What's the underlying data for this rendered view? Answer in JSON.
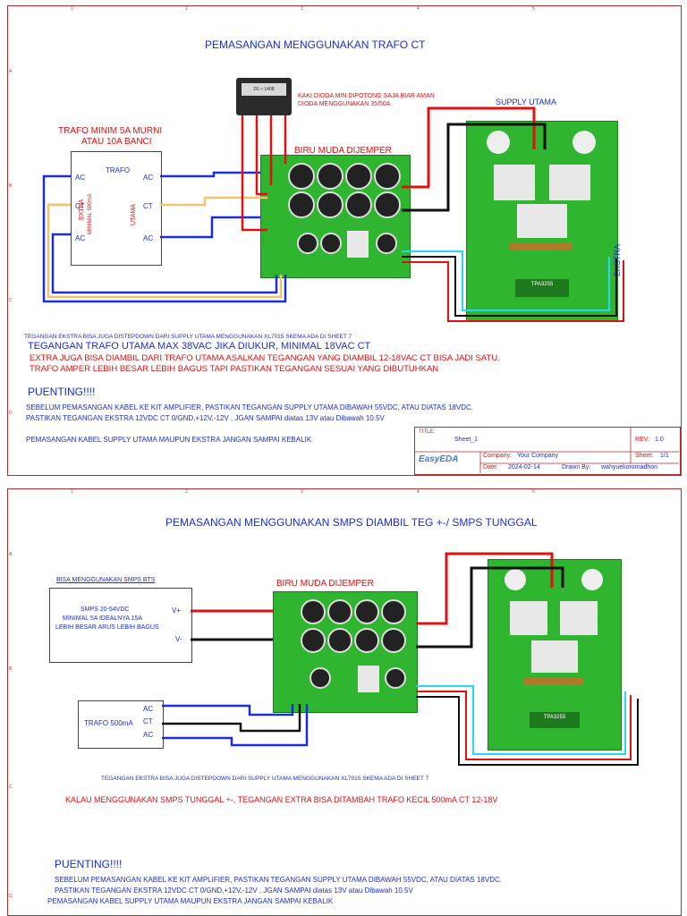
{
  "sheet1": {
    "title": "PEMASANGAN MENGGUNAKAN TRAFO CT",
    "kaki_note_1": "KAKI DIODA MIN DIPOTONG SAJA BIAR AMAN",
    "kaki_note_2": "DIODA MENGGUNAKAN 35/50A",
    "supply_utama": "SUPPLY UTAMA",
    "biru_muda": "BIRU MUDA DIJEMPER",
    "trafo_min_1": "TRAFO MINIM 5A MURNI",
    "trafo_min_2": "ATAU 10A BANCI",
    "trafo_box": {
      "trafo": "TRAFO",
      "ac_left_top": "AC",
      "ct_left": "CT",
      "ac_left_bottom": "AC",
      "ac_right_top": "AC",
      "ct_right": "CT",
      "ac_right_bottom": "AC",
      "extra_line1": "EXTRA",
      "extra_line2": "MINIMAL 500mA",
      "utama": "UTAMA"
    },
    "ekstra": "EKSTRA",
    "note_stepdown": "TEGANGAN EKSTRA BISA JUGA DISTEPDOWN DARI SUPPLY UTAMA MENGGUNAKAN XL7015 SKEMA ADA DI SHEET 7",
    "note_max": "TEGANGAN TRAFO UTAMA MAX 38VAC JIKA DIUKUR, MINIMAL 18VAC CT",
    "note_extra_1": "EXTRA JUGA BISA DIAMBIL DARI TRAFO UTAMA ASALKAN TEGANGAN YANG DIAMBIL 12-18VAC CT BISA JADI SATU.",
    "note_extra_2": "TRAFO  AMPER LEBIH BESAR LEBIH BAGUS TAPI PASTIKAN TEGANGAN SESUAI YANG DIBUTUHKAN",
    "puenting": "PUENTING!!!!",
    "p_line1": "SEBELUM PEMASANGAN KABEL KE KIT AMPLIFIER, PASTIKAN TEGANGAN SUPPLY UTAMA DIBAWAH 55VDC, ATAU DIATAS 18VDC.",
    "p_line2": "PASTIKAN TEGANGAN EKSTRA 12VDC CT 0/GND,+12V,-12V , JGAN SAMPAI diatas 13V atau Dibawah 10.5V",
    "p_line3": "PEMASANGAN KABEL SUPPLY UTAMA MAUPUN EKSTRA JANGAN SAMPAI KEBALIK",
    "pcb_label": "TPA3255"
  },
  "title_block": {
    "title_label": "TITLE:",
    "title_value": "Sheet_1",
    "rev_label": "REV:",
    "rev_value": "1.0",
    "company_label": "Company:",
    "company_value": "Your Company",
    "sheet_label": "Sheet:",
    "sheet_value": "1/1",
    "date_label": "Date:",
    "date_value": "2024-02-14",
    "drawn_label": "Drawn By:",
    "drawn_value": "wahyuekoromadhon",
    "logo_text": "EasyEDA"
  },
  "sheet2": {
    "title": "PEMASANGAN MENGGUNAKAN SMPS DIAMBIL TEG +-/ SMPS TUNGGAL",
    "bisa_smps": "BISA MENGGUNAKAN SMPS BTS",
    "smps_line1": "SMPS 20-54VDC",
    "smps_line2": "MINIMAL 5A IDEALNYA 15A",
    "smps_line3": "LEBIH BESAR ARUS LEBIH BAGUS",
    "vplus": "V+",
    "vminus": "V-",
    "biru_muda": "BIRU MUDA DIJEMPER",
    "trafo500": "TRAFO 500mA",
    "ac_top": "AC",
    "ct": "CT",
    "ac_bottom": "AC",
    "note_stepdown": "TEGANGAN EKSTRA BISA JUGA DISTEPDOWN DARI SUPPLY UTAMA MENGGUNAKAN XL7015 SKEMA ADA DI SHEET 7",
    "note_smps": "KALAU MENGGUNAKAN  SMPS TUNGGAL +-, TEGANGAN EXTRA BISA DITAMBAH TRAFO KECIL 500mA CT 12-18V",
    "puenting": "PUENTING!!!!",
    "p_line1": "SEBELUM PEMASANGAN KABEL KE KIT AMPLIFIER, PASTIKAN TEGANGAN SUPPLY UTAMA DIBAWAH 55VDC, ATAU DIATAS 18VDC.",
    "p_line2": "PASTIKAN TEGANGAN EKSTRA 12VDC CT 0/GND,+12V,-12V , JGAN SAMPAI diatas 13V atau Dibawah 10.5V",
    "p_line3": "PEMASANGAN KABEL SUPPLY UTAMA MAUPUN EKSTRA JANGAN SAMPAI KEBALIK",
    "pcb_label": "TPA3255"
  },
  "ruler": {
    "cols": [
      "1",
      "2",
      "3",
      "4",
      "5"
    ],
    "rows": [
      "A",
      "B",
      "C",
      "D"
    ]
  },
  "colors": {
    "text_blue": "#1a2ed8",
    "text_red": "#e01010",
    "pcb_green": "#2fb52f",
    "wire_red": "#e01010",
    "wire_blue": "#1a2ed8",
    "wire_yellow": "#f2c46a",
    "wire_cyan": "#28d8f0",
    "wire_black": "#111111"
  }
}
